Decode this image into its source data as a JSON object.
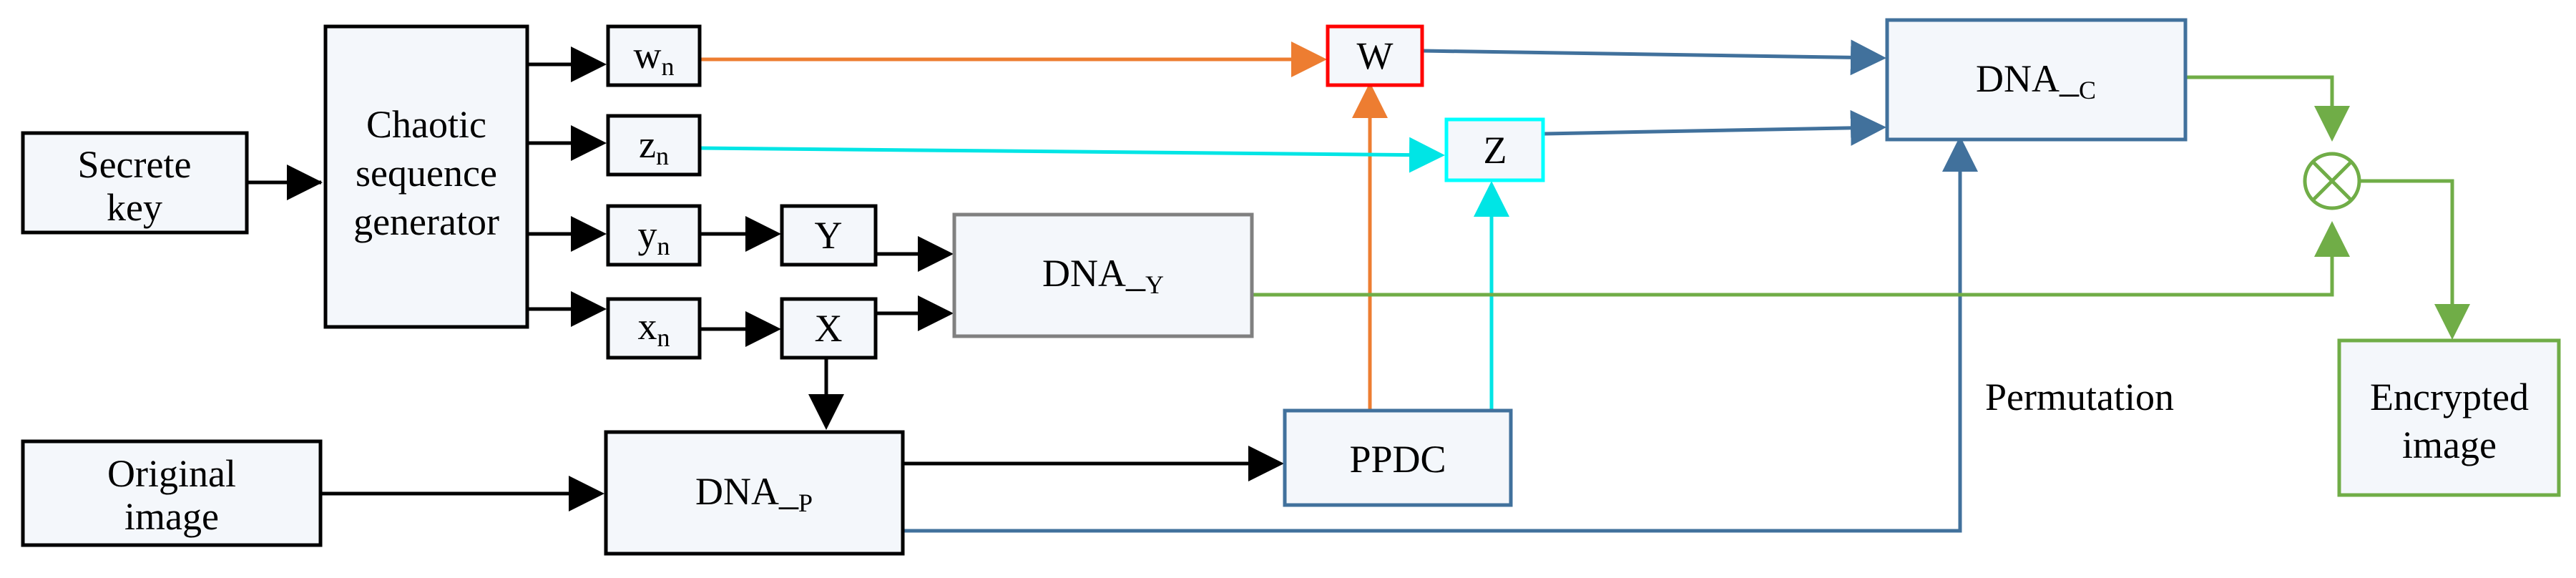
{
  "colors": {
    "black": "#000000",
    "orange": "#ed7d31",
    "cyan": "#00ffff",
    "steel_blue": "#41719c",
    "green": "#70ad47",
    "red": "#ff0000",
    "gray": "#808080",
    "node_fill": "#f4f7fb"
  },
  "nodes": {
    "secret_key": {
      "line1": "Secrete",
      "line2": "key"
    },
    "chaotic_generator": {
      "line1": "Chaotic",
      "line2": "sequence",
      "line3": "generator"
    },
    "w_n": {
      "base": "w",
      "sub": "n"
    },
    "z_n": {
      "base": "z",
      "sub": "n"
    },
    "y_n": {
      "base": "y",
      "sub": "n"
    },
    "x_n": {
      "base": "x",
      "sub": "n"
    },
    "Y": {
      "label": "Y"
    },
    "X": {
      "label": "X"
    },
    "dna_y": {
      "base": "DNA_",
      "sub": "Y"
    },
    "original_image": {
      "line1": "Original",
      "line2": "image"
    },
    "dna_p": {
      "base": "DNA_",
      "sub": "P"
    },
    "W": {
      "label": "W"
    },
    "Z": {
      "label": "Z"
    },
    "ppdc": {
      "label": "PPDC"
    },
    "dna_c": {
      "base": "DNA_",
      "sub": "C"
    },
    "xor": {
      "label": "⊗"
    },
    "encrypted_image": {
      "line1": "Encrypted",
      "line2": "image"
    }
  },
  "annotations": {
    "permutation": "Permutation"
  }
}
